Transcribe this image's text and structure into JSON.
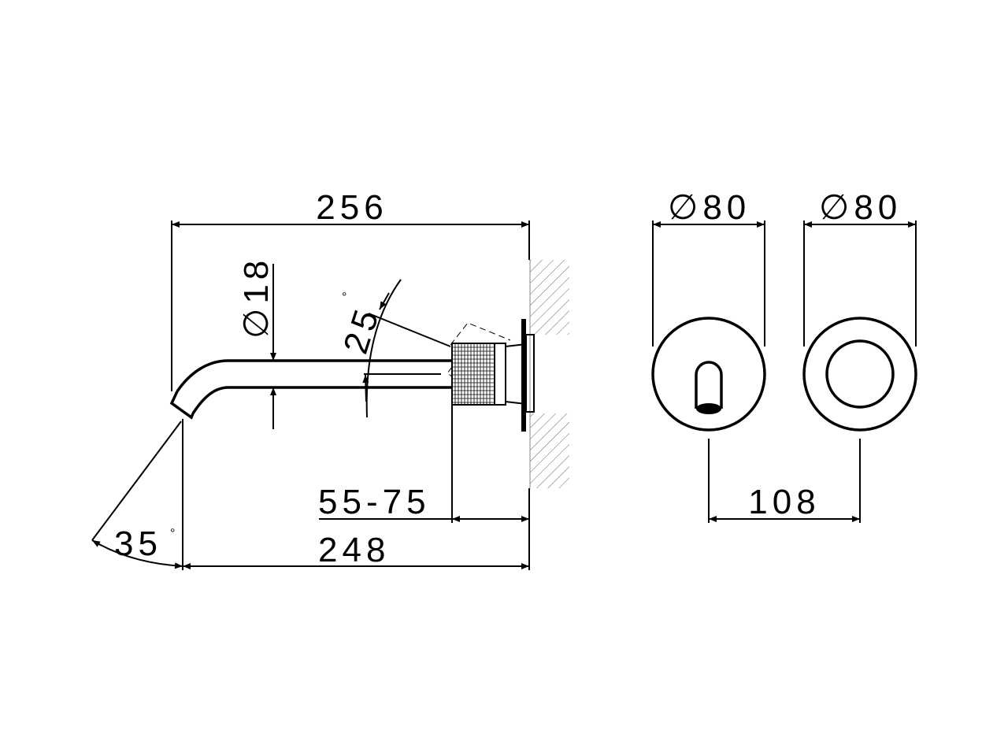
{
  "drawing": {
    "side_view": {
      "overall_length": "256",
      "pipe_diameter": "∅18",
      "rotation_angle": "25",
      "wall_depth": "55-75",
      "projection": "248",
      "spout_angle": "35",
      "degree_symbol": "°"
    },
    "front_view_spout": {
      "diameter": "∅80"
    },
    "front_view_handle": {
      "diameter": "∅80"
    },
    "center_distance": "108"
  }
}
